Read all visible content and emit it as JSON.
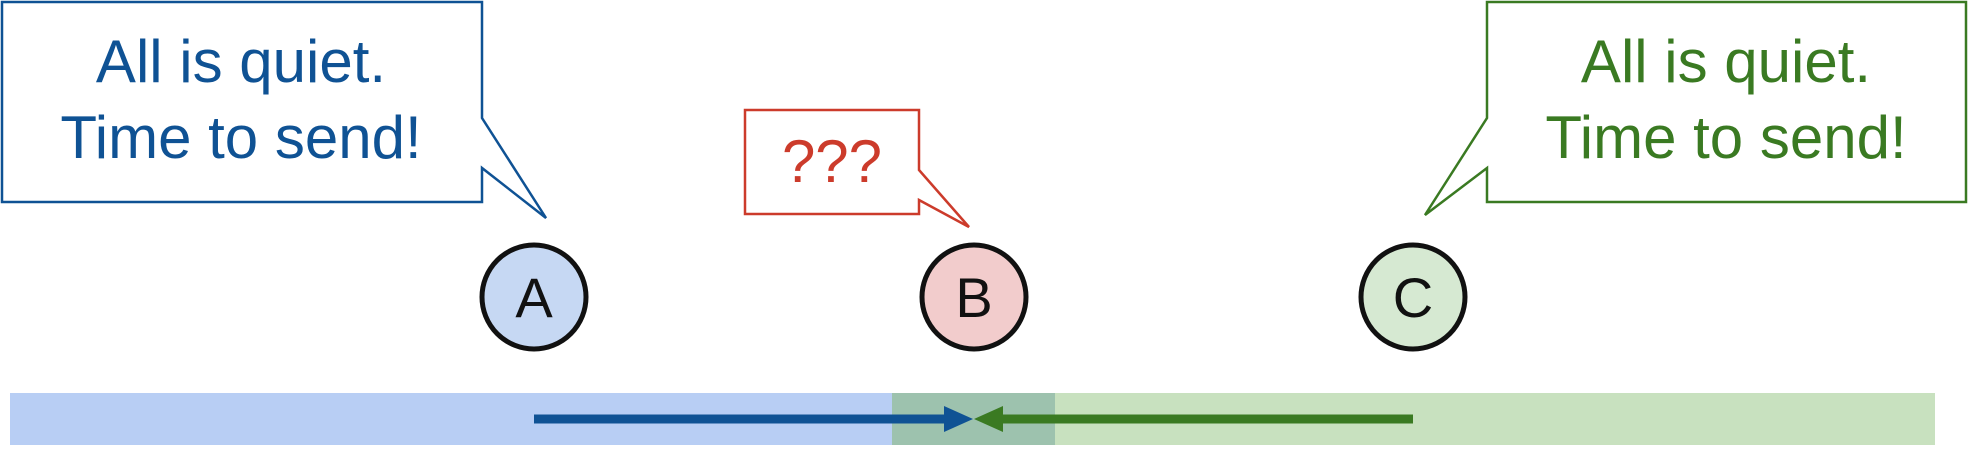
{
  "nodes": {
    "a": {
      "label": "A",
      "fill": "#c6d8f3",
      "stroke": "#111111"
    },
    "b": {
      "label": "B",
      "fill": "#f2cccc",
      "stroke": "#111111"
    },
    "c": {
      "label": "C",
      "fill": "#d6e9d2",
      "stroke": "#111111"
    }
  },
  "bubbles": {
    "left": {
      "line1": "All is quiet.",
      "line2": "Time to send!",
      "color": "#0f5294"
    },
    "middle": {
      "text": "???",
      "color": "#cc3b2b"
    },
    "right": {
      "line1": "All is quiet.",
      "line2": "Time to send!",
      "color": "#3a7a22"
    }
  },
  "ranges": {
    "a_color": "#b8cef4",
    "c_color": "#c8e1bf",
    "overlap_color": "#9dc2ae"
  },
  "arrows": {
    "a_to_b_color": "#0f5294",
    "c_to_b_color": "#3a7a22"
  }
}
